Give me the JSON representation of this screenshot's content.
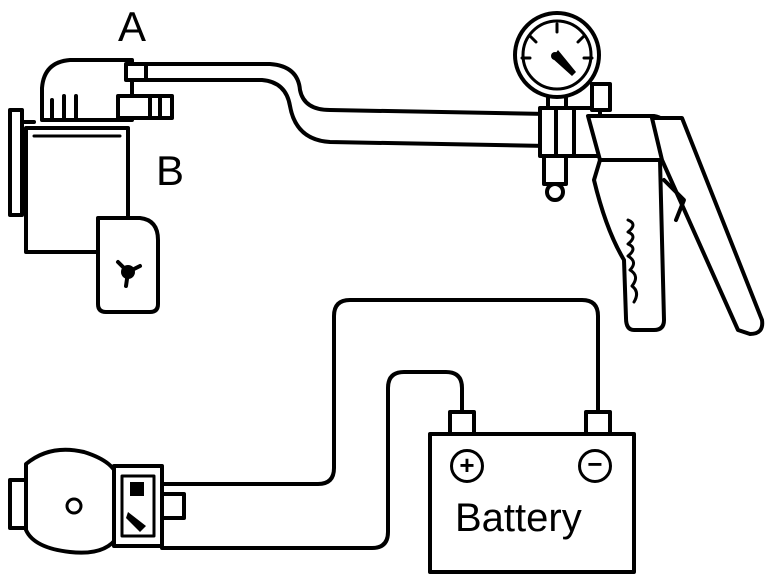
{
  "labels": {
    "port_a": "A",
    "port_b": "B",
    "battery": "Battery",
    "positive_terminal": "+",
    "negative_terminal": "−"
  },
  "icons": {
    "valve_body": "vacuum-switching-valve-icon",
    "pump": "hand-vacuum-pump-icon",
    "gauge": "vacuum-gauge-icon",
    "connector": "electrical-connector-icon",
    "battery": "battery-icon"
  }
}
